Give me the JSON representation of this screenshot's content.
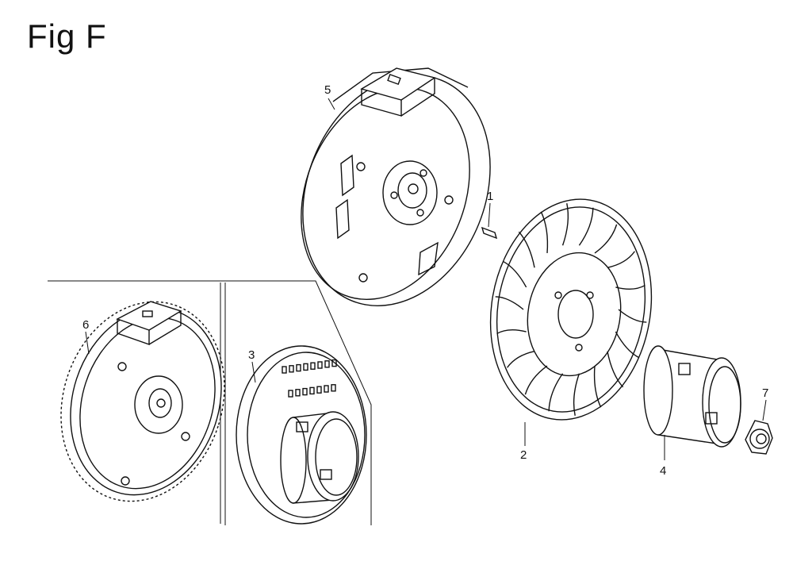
{
  "figure": {
    "title": "Fig F"
  },
  "parts": [
    {
      "key": "p1",
      "label": "1"
    },
    {
      "key": "p2",
      "label": "2"
    },
    {
      "key": "p3",
      "label": "3"
    },
    {
      "key": "p4",
      "label": "4"
    },
    {
      "key": "p5",
      "label": "5"
    },
    {
      "key": "p6",
      "label": "6"
    },
    {
      "key": "p7",
      "label": "7"
    }
  ]
}
